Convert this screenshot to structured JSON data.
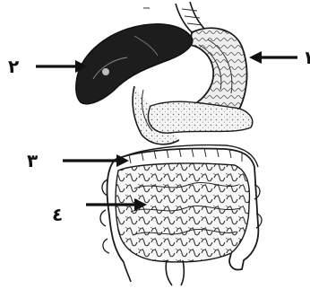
{
  "labels": {
    "label_1": "١",
    "label_2": "٢",
    "label_3": "٣",
    "label_4": "٤"
  },
  "colors": {
    "ink": "#1a1a1a",
    "liver_fill": "#1d1d1d",
    "background": "#ffffff"
  }
}
